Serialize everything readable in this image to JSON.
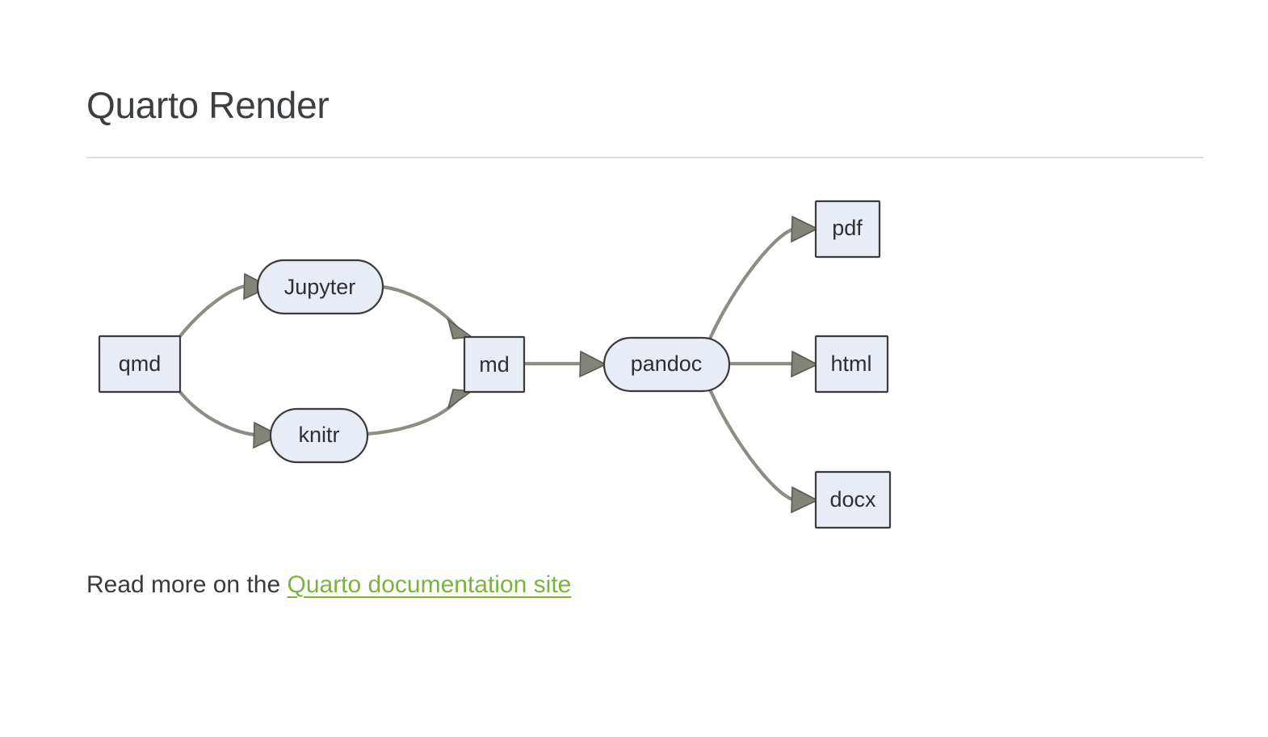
{
  "page": {
    "title": "Quarto Render",
    "background_color": "#ffffff",
    "rule_color": "#e2dbd2",
    "title_color": "#3c3f41"
  },
  "diagram": {
    "type": "flowchart",
    "direction": "left-to-right",
    "node_fill": "#e8ecf4",
    "node_stroke": "#3b3b3b",
    "edge_color": "#8d8d84",
    "arrow_color": "#83837a",
    "nodes": [
      {
        "id": "qmd",
        "label": "qmd",
        "shape": "rect"
      },
      {
        "id": "jupyter",
        "label": "Jupyter",
        "shape": "stadium"
      },
      {
        "id": "knitr",
        "label": "knitr",
        "shape": "stadium"
      },
      {
        "id": "md",
        "label": "md",
        "shape": "rect"
      },
      {
        "id": "pandoc",
        "label": "pandoc",
        "shape": "stadium"
      },
      {
        "id": "pdf",
        "label": "pdf",
        "shape": "rect"
      },
      {
        "id": "html",
        "label": "html",
        "shape": "rect"
      },
      {
        "id": "docx",
        "label": "docx",
        "shape": "rect"
      }
    ],
    "edges": [
      {
        "from": "qmd",
        "to": "jupyter",
        "style": "curved-arrow"
      },
      {
        "from": "qmd",
        "to": "knitr",
        "style": "curved-arrow"
      },
      {
        "from": "jupyter",
        "to": "md",
        "style": "curved-arrow"
      },
      {
        "from": "knitr",
        "to": "md",
        "style": "curved-arrow"
      },
      {
        "from": "md",
        "to": "pandoc",
        "style": "straight-arrow"
      },
      {
        "from": "pandoc",
        "to": "pdf",
        "style": "curved-arrow"
      },
      {
        "from": "pandoc",
        "to": "html",
        "style": "straight-arrow"
      },
      {
        "from": "pandoc",
        "to": "docx",
        "style": "curved-arrow"
      }
    ]
  },
  "footer": {
    "lead_text": "Read more on the ",
    "link_text": "Quarto documentation site",
    "link_color": "#7ab33e"
  }
}
